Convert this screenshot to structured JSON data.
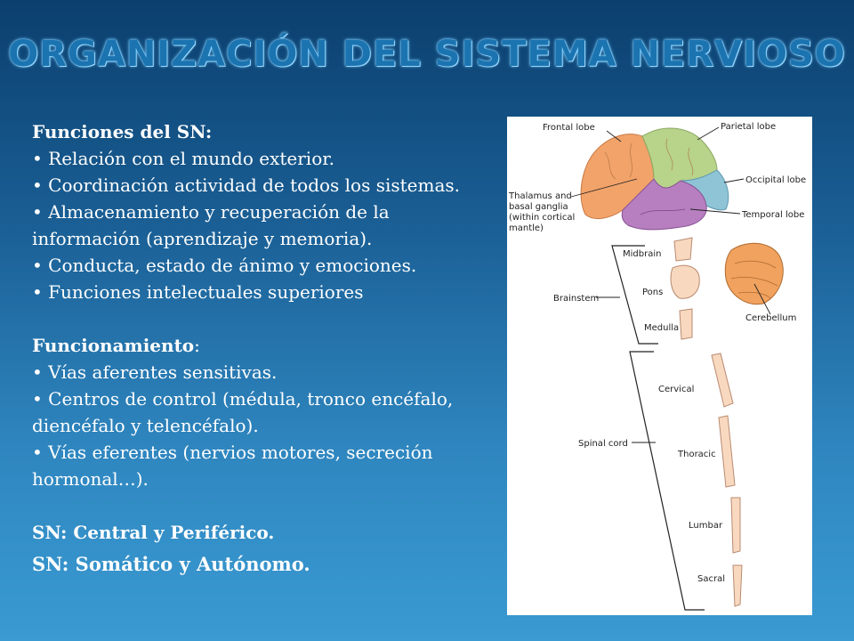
{
  "title": "ORGANIZACIÓN DEL SISTEMA NERVIOSO",
  "funciones": {
    "heading": "Funciones del SN:",
    "items": [
      "• Relación con el mundo exterior.",
      "• Coordinación actividad de todos los sistemas.",
      "• Almacenamiento y recuperación de la información (aprendizaje y memoria).",
      "• Conducta, estado de ánimo y emociones.",
      "• Funciones intelectuales superiores"
    ]
  },
  "funcionamiento": {
    "heading": "Funcionamiento",
    "colon": ":",
    "items": [
      "• Vías aferentes sensitivas.",
      "• Centros de control (médula,  tronco encéfalo, diencéfalo y telencéfalo).",
      "• Vías eferentes (nervios motores, secreción hormonal…)."
    ]
  },
  "summary": {
    "line1": "SN: Central y Periférico.",
    "line2": "SN: Somático y Autónomo."
  },
  "diagram": {
    "labels": {
      "frontal": "Frontal lobe",
      "parietal": "Parietal lobe",
      "occipital": "Occipital lobe",
      "temporal": "Temporal lobe",
      "thalamus1": "Thalamus and",
      "thalamus2": "basal ganglia",
      "thalamus3": "(within cortical",
      "thalamus4": "mantle)",
      "midbrain": "Midbrain",
      "pons": "Pons",
      "medulla": "Medulla",
      "brainstem": "Brainstem",
      "cerebellum": "Cerebellum",
      "cervical": "Cervical",
      "thoracic": "Thoracic",
      "lumbar": "Lumbar",
      "sacral": "Sacral",
      "spinal": "Spinal cord"
    },
    "colors": {
      "frontal": "#f2a36a",
      "parietal": "#b8d38a",
      "occipital": "#8fc3d6",
      "temporal": "#b77fc0",
      "stem": "#f8d9c0",
      "cerebellum": "#f0a25e"
    }
  }
}
